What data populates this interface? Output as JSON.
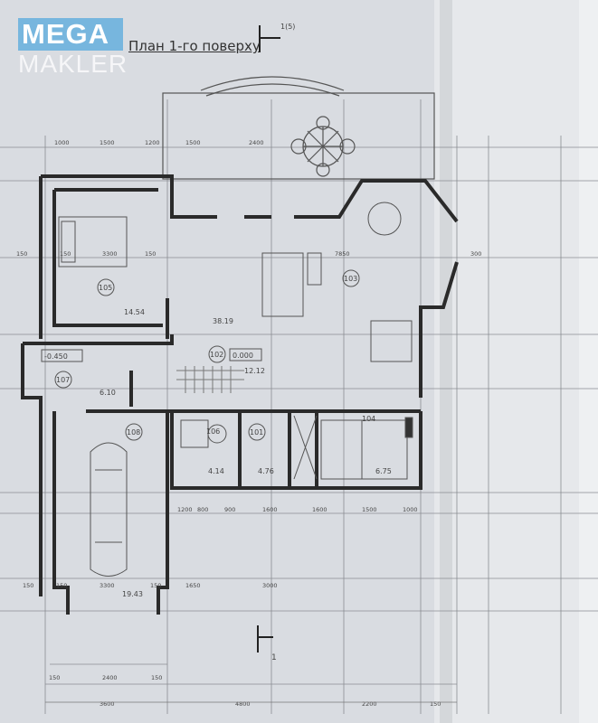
{
  "watermark": {
    "line1": "MEGA",
    "line2": "MAKLER"
  },
  "title": "План 1-го поверху",
  "section_marks": {
    "top": "1(5)",
    "bottom": "1"
  },
  "rooms": [
    {
      "number": "105",
      "area": "14.54"
    },
    {
      "number": "103",
      "area": "38.19"
    },
    {
      "number": "102",
      "area": "12.12",
      "level": "0.000"
    },
    {
      "number": "107",
      "area": "6.10",
      "level": "-0.450"
    },
    {
      "number": "108",
      "area": "19.43"
    },
    {
      "number": "106",
      "area": "4.14"
    },
    {
      "number": "101",
      "area": "4.76"
    },
    {
      "number": "104",
      "area": "6.75"
    }
  ],
  "dimensions": {
    "top": [
      "1000",
      "1500",
      "1200",
      "1500",
      "2400"
    ],
    "bedroom_row": [
      "150",
      "150",
      "3300",
      "150",
      "7850",
      "300"
    ],
    "middle_row": [
      "1200",
      "800",
      "900",
      "1600",
      "1600",
      "1500",
      "1000"
    ],
    "lower_row": [
      "150",
      "150",
      "3300",
      "150",
      "1650",
      "3000"
    ],
    "garage_bottom": [
      "150",
      "2400",
      "150"
    ],
    "bottom": [
      "3600",
      "4800",
      "2200",
      "150"
    ]
  }
}
